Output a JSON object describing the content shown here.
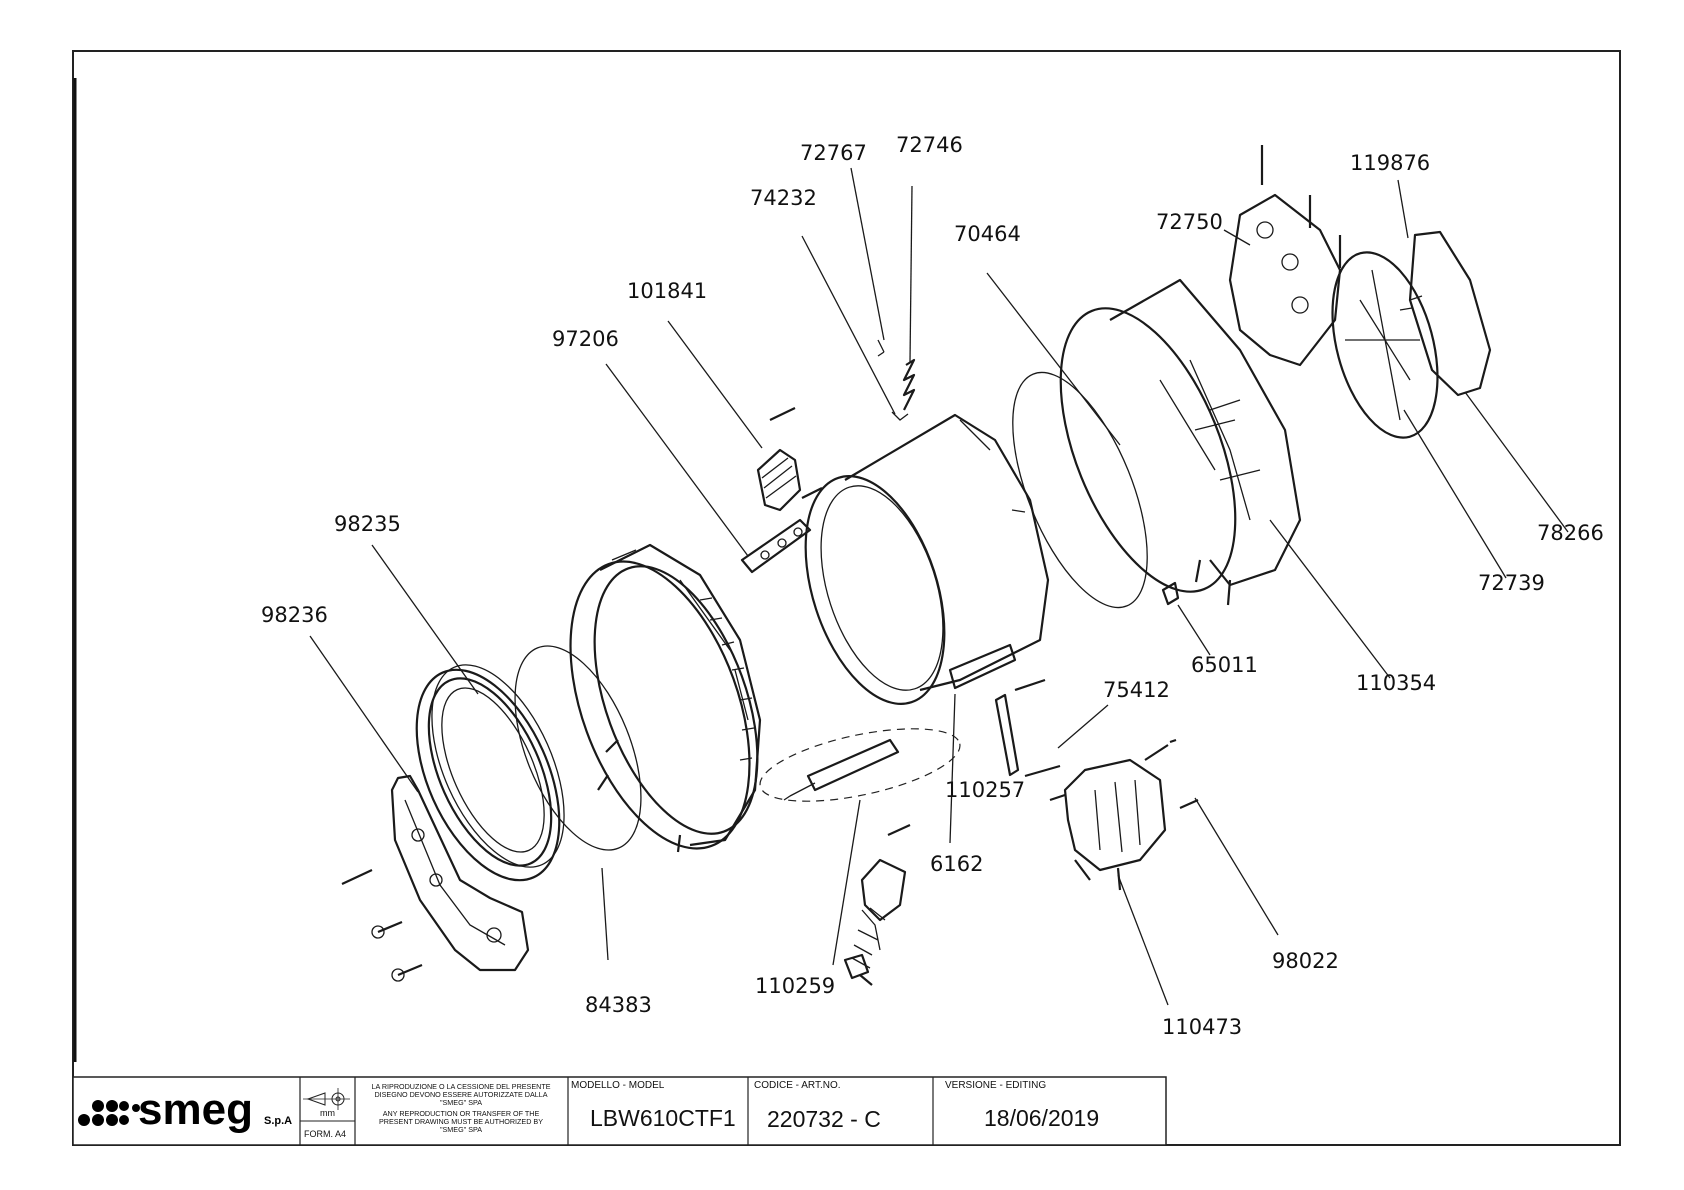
{
  "parts": [
    {
      "id": "p72767",
      "label": "72767"
    },
    {
      "id": "p72746",
      "label": "72746"
    },
    {
      "id": "p74232",
      "label": "74232"
    },
    {
      "id": "p70464",
      "label": "70464"
    },
    {
      "id": "p72750",
      "label": "72750"
    },
    {
      "id": "p119876",
      "label": "119876"
    },
    {
      "id": "p101841",
      "label": "101841"
    },
    {
      "id": "p97206",
      "label": "97206"
    },
    {
      "id": "p98235",
      "label": "98235"
    },
    {
      "id": "p98236",
      "label": "98236"
    },
    {
      "id": "p78266",
      "label": "78266"
    },
    {
      "id": "p72739",
      "label": "72739"
    },
    {
      "id": "p65011",
      "label": "65011"
    },
    {
      "id": "p110354",
      "label": "110354"
    },
    {
      "id": "p75412",
      "label": "75412"
    },
    {
      "id": "p110257",
      "label": "110257"
    },
    {
      "id": "p6162",
      "label": "6162"
    },
    {
      "id": "p84383",
      "label": "84383"
    },
    {
      "id": "p110259",
      "label": "110259"
    },
    {
      "id": "p98022",
      "label": "98022"
    },
    {
      "id": "p110473",
      "label": "110473"
    }
  ],
  "title_block": {
    "brand": "smeg",
    "brand_suffix": "S.p.A",
    "unit": "mm",
    "format": "FORM. A4",
    "notice_it": [
      "LA RIPRODUZIONE O LA CESSIONE DEL PRESENTE",
      "DISEGNO DEVONO ESSERE AUTORIZZATE DALLA",
      "\"SMEG\" SPA"
    ],
    "notice_en": [
      "ANY REPRODUCTION OR TRANSFER OF THE",
      "PRESENT DRAWING MUST BE AUTHORIZED BY",
      "\"SMEG\" SPA"
    ],
    "model_caption": "MODELLO - MODEL",
    "model_value": "LBW610CTF1",
    "code_caption": "CODICE - ART.NO.",
    "code_value": "220732 - C",
    "version_caption": "VERSIONE - EDITING",
    "version_value": "18/06/2019"
  }
}
